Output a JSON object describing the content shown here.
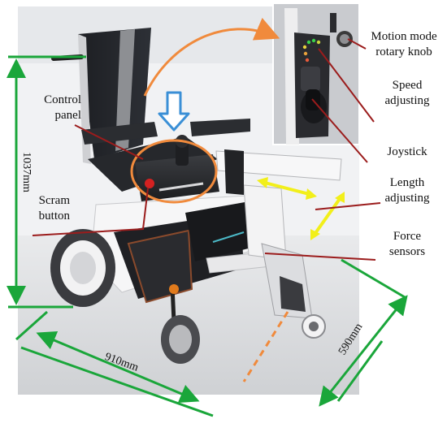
{
  "labels": {
    "control_panel_line1": "Control",
    "control_panel_line2": "panel",
    "scram_line1": "Scram",
    "scram_line2": "button",
    "motion_line1": "Motion mode",
    "motion_line2": "rotary knob",
    "speed_line1": "Speed",
    "speed_line2": "adjusting",
    "joystick": "Joystick",
    "length_line1": "Length",
    "length_line2": "adjusting",
    "force_line1": "Force",
    "force_line2": "sensors"
  },
  "dimensions": {
    "height": "1037mm",
    "length": "910mm",
    "width": "590mm"
  },
  "colors": {
    "dimension_line": "#1aa63a",
    "leader_line": "#9b1c1c",
    "highlight_ring": "#f08a3c",
    "pointer_arrow": "#ffffff",
    "pointer_arrow_outline": "#3a8fd6",
    "motion_arrows": "#f2ef1a",
    "knob": "#3a3a3a"
  }
}
